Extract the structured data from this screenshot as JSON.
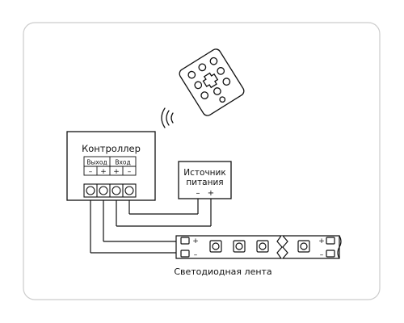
{
  "diagram": {
    "controller": {
      "title": "Контроллер",
      "output_label": "Выход",
      "input_label": "Вход",
      "terminals": [
        "–",
        "+",
        "+",
        "–"
      ]
    },
    "power_supply": {
      "line1": "Источник",
      "line2": "питания",
      "minus": "–",
      "plus": "+"
    },
    "led_strip": {
      "caption": "Светодиодная лента",
      "left_plus": "+",
      "left_minus": "–",
      "right_plus": "+",
      "right_minus": "–"
    }
  },
  "colors": {
    "line": "#111111",
    "frame": "#cccccc",
    "background": "#ffffff"
  }
}
